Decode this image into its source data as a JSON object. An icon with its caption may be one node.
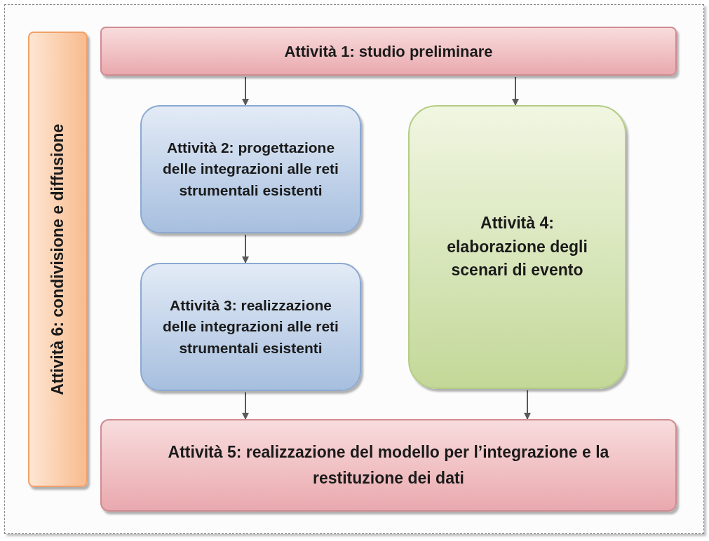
{
  "diagram": {
    "nodes": [
      {
        "text": [
          "Attività 1: studio preliminare"
        ]
      },
      {
        "text": [
          "Attività 2: progettazione delle integrazioni alle reti strumentali esistenti"
        ]
      },
      {
        "text": [
          "Attività 3: realizzazione delle integrazioni alle reti strumentali esistenti"
        ]
      },
      {
        "text": [
          "Attività 4: elaborazione degli scenari di evento"
        ]
      },
      {
        "text": [
          "Attività 5: realizzazione del modello per l’integrazione e la restituzione dei dati"
        ]
      },
      {
        "text": [
          "Attività 6: condivisione e diffusione"
        ]
      }
    ],
    "edges": [
      {
        "from": 0,
        "to": 1,
        "arrow": "to"
      },
      {
        "from": 0,
        "to": 3,
        "arrow": "to"
      },
      {
        "from": 1,
        "to": 2,
        "arrow": "to"
      },
      {
        "from": 2,
        "to": 4,
        "arrow": "to"
      },
      {
        "from": 3,
        "to": 4,
        "arrow": "to"
      }
    ]
  }
}
